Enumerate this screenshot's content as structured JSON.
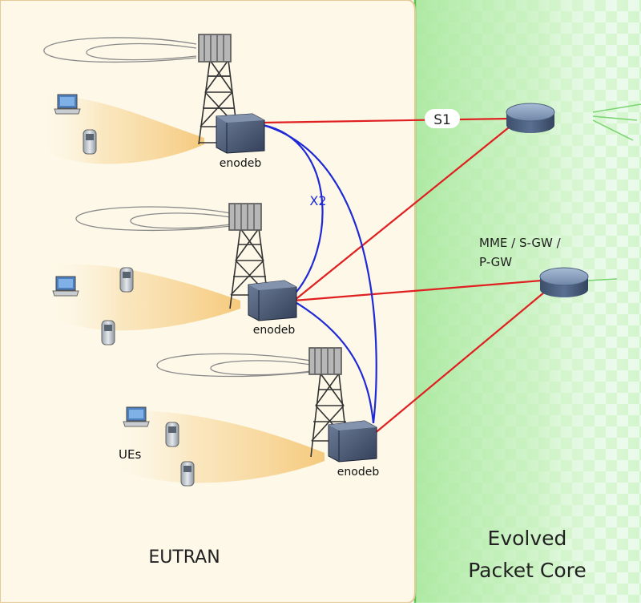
{
  "regions": {
    "eutran_label": "EUTRAN",
    "core_label_line1": "Evolved",
    "core_label_line2": "Packet Core"
  },
  "nodes": {
    "enodeb_top": "enodeb",
    "enodeb_mid": "enodeb",
    "enodeb_bottom": "enodeb",
    "core_label_line1": "MME / S-GW /",
    "core_label_line2": "P-GW"
  },
  "links": {
    "s1_label": "S1",
    "x2_label": "X2"
  },
  "devices": {
    "ues_label": "UEs"
  },
  "colors": {
    "eutran_bg": "#fdf8e8",
    "eutran_border": "#e6c996",
    "core_bg": "#c9f2c1",
    "core_border": "#59c64a",
    "s1_link": "#e02020",
    "x2_link": "#1f2ad6"
  }
}
